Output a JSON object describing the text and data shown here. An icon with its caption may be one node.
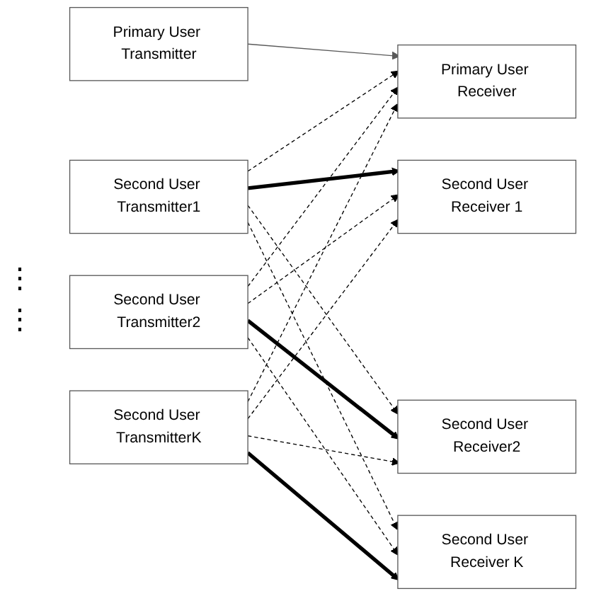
{
  "diagram": {
    "nodes": [
      {
        "text": [
          "Primary User Transmitter"
        ]
      },
      {
        "text": [
          "Primary User Receiver"
        ]
      },
      {
        "text": [
          "Second User Transmitter1"
        ]
      },
      {
        "text": [
          "Second User Receiver 1"
        ]
      },
      {
        "text": [
          "Second User Transmitter2"
        ]
      },
      {
        "text": [
          "Second User Receiver2"
        ]
      },
      {
        "text": [
          "Second User TransmitterK"
        ]
      },
      {
        "text": [
          "Second User Receiver K"
        ]
      }
    ],
    "edges": [
      {
        "from": 0,
        "to": 1,
        "arrow": "to",
        "color": "#595959"
      },
      {
        "from": 2,
        "to": 1,
        "arrow": "to",
        "style": "dashed"
      },
      {
        "from": 2,
        "to": 3,
        "arrow": "to",
        "style": "thick"
      },
      {
        "from": 2,
        "to": 5,
        "arrow": "to",
        "style": "dashed"
      },
      {
        "from": 2,
        "to": 7,
        "arrow": "to",
        "style": "dashed"
      },
      {
        "from": 4,
        "to": 1,
        "arrow": "to",
        "style": "dashed"
      },
      {
        "from": 4,
        "to": 3,
        "arrow": "to",
        "style": "dashed"
      },
      {
        "from": 4,
        "to": 5,
        "arrow": "to",
        "style": "thick"
      },
      {
        "from": 4,
        "to": 7,
        "arrow": "to",
        "style": "dashed"
      },
      {
        "from": 6,
        "to": 1,
        "arrow": "to",
        "style": "dashed"
      },
      {
        "from": 6,
        "to": 3,
        "arrow": "to",
        "style": "dashed"
      },
      {
        "from": 6,
        "to": 5,
        "arrow": "to",
        "style": "dashed"
      },
      {
        "from": 6,
        "to": 7,
        "arrow": "to",
        "style": "thick"
      }
    ],
    "labels": [
      "⋮",
      "⋮"
    ]
  }
}
